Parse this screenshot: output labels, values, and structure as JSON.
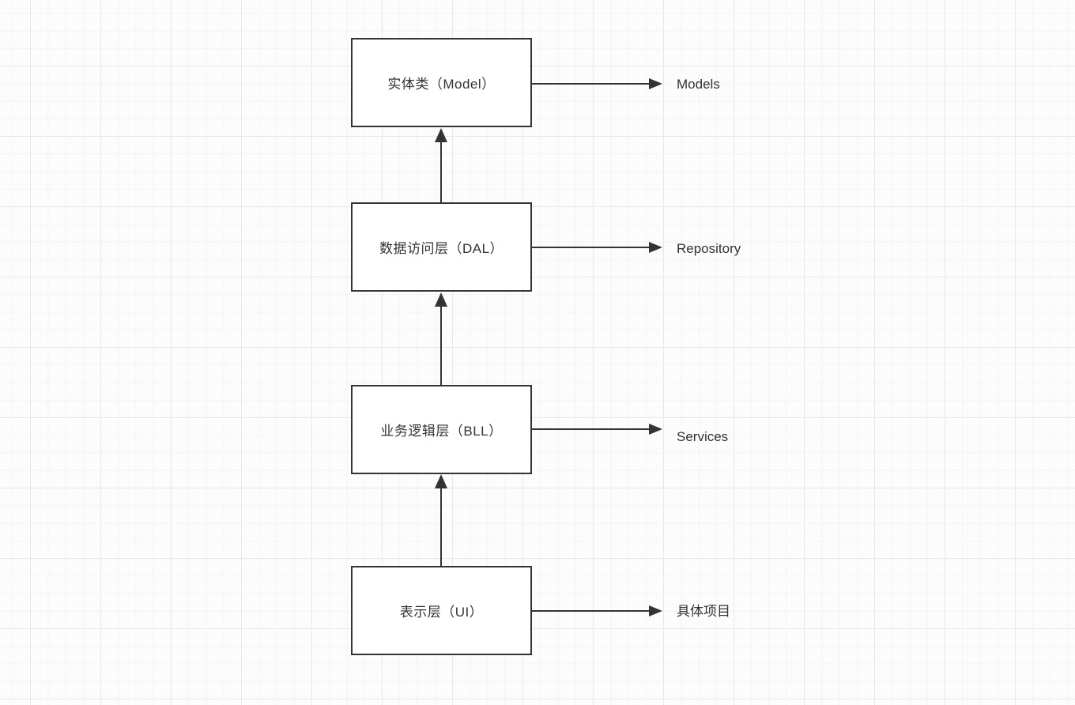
{
  "diagram": {
    "type": "flowchart",
    "nodes": [
      {
        "id": "model",
        "label": "实体类（Model）",
        "annotation": "Models"
      },
      {
        "id": "dal",
        "label": "数据访问层（DAL）",
        "annotation": "Repository"
      },
      {
        "id": "bll",
        "label": "业务逻辑层（BLL）",
        "annotation": "Services"
      },
      {
        "id": "ui",
        "label": "表示层（UI）",
        "annotation": "具体项目"
      }
    ],
    "edges": [
      {
        "from": "ui",
        "to": "bll",
        "direction": "up"
      },
      {
        "from": "bll",
        "to": "dal",
        "direction": "up"
      },
      {
        "from": "dal",
        "to": "model",
        "direction": "up"
      },
      {
        "from": "model",
        "to": "Models",
        "direction": "right"
      },
      {
        "from": "dal",
        "to": "Repository",
        "direction": "right"
      },
      {
        "from": "bll",
        "to": "Services",
        "direction": "right"
      },
      {
        "from": "ui",
        "to": "具体项目",
        "direction": "right"
      }
    ],
    "colors": {
      "stroke": "#333333",
      "node_fill": "#ffffff",
      "text": "#333333",
      "canvas_bg": "#fcfcfc",
      "grid_minor": "#f3f3f3",
      "grid_major": "#e8e8e8"
    }
  }
}
